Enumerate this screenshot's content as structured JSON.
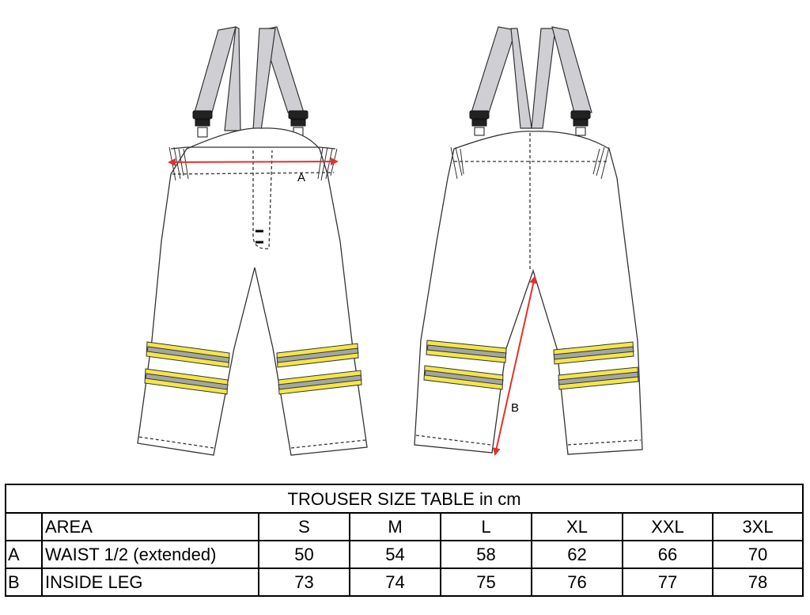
{
  "drawing": {
    "label_a": "A",
    "label_b": "B",
    "colors": {
      "outline": "#333333",
      "strap": "#cfcfd3",
      "reflective_yellow": "#f2e64a",
      "reflective_grey": "#a5a5a5",
      "measure_arrow": "#e0332b"
    }
  },
  "table": {
    "title": "TROUSER SIZE TABLE in cm",
    "header": {
      "key": "",
      "area": "AREA",
      "sizes": [
        "S",
        "M",
        "L",
        "XL",
        "XXL",
        "3XL"
      ]
    },
    "rows": [
      {
        "key": "A",
        "area": "WAIST 1/2 (extended)",
        "values": [
          "50",
          "54",
          "58",
          "62",
          "66",
          "70"
        ]
      },
      {
        "key": "B",
        "area": "INSIDE LEG",
        "values": [
          "73",
          "74",
          "75",
          "76",
          "77",
          "78"
        ]
      }
    ]
  }
}
